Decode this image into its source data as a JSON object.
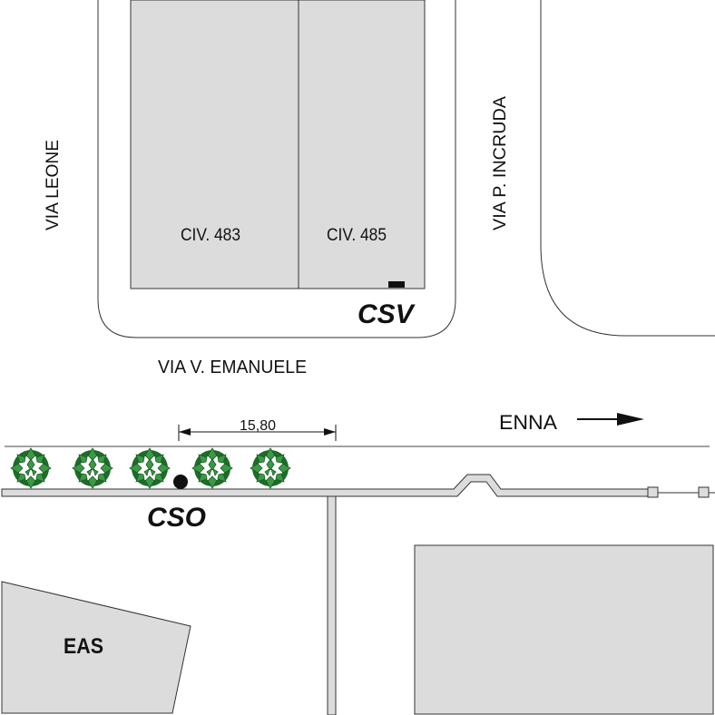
{
  "streets": {
    "via_leone": "VIA LEONE",
    "via_incruda": "VIA P. INCRUDA",
    "via_emanuele": "VIA V. EMANUELE"
  },
  "buildings": {
    "civ_483": "CIV. 483",
    "civ_485": "CIV. 485",
    "eas": "EAS"
  },
  "markers": {
    "csv": "CSV",
    "cso": "CSO"
  },
  "dimension": {
    "length": "15,80"
  },
  "direction": {
    "label": "ENNA"
  },
  "colors": {
    "building_fill": "#dcdcdc",
    "outline": "#333333",
    "tree_green": "#2f8a3a"
  }
}
